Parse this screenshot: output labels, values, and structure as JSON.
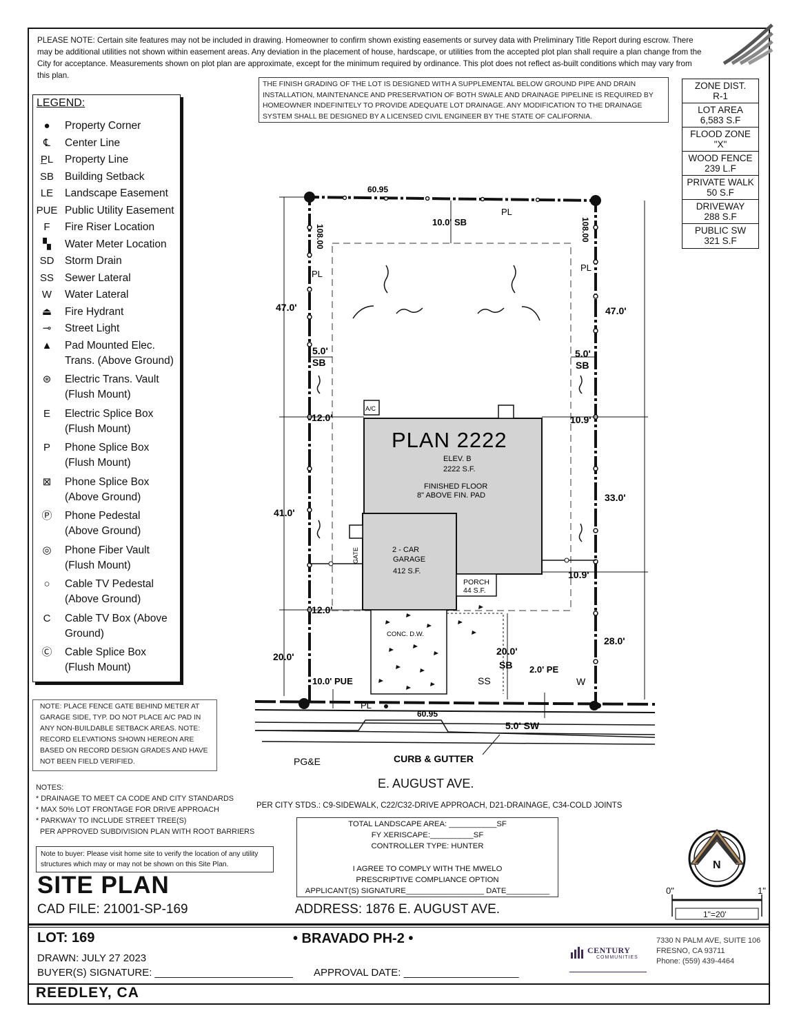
{
  "top_note": "PLEASE NOTE:  Certain site features may not be included in drawing.  Homeowner to confirm shown existing easements or survey data with Preliminary Title Report during escrow.  There may be additional utilities not shown within easement areas.  Any deviation in the placement of house, hardscape, or utilities from the accepted plot plan shall require a plan change from the City for acceptance.  Measurements shown on plot plan are approximate, except for the minimum required by ordinance. This plot does not reflect as-built conditions which may vary from this plan.",
  "drainage_note": "THE FINISH GRADING OF THE LOT IS DESIGNED WITH A SUPPLEMENTAL BELOW GROUND PIPE AND DRAIN INSTALLATION, MAINTENANCE AND PRESERVATION OF BOTH SWALE AND DRAINAGE PIPELINE IS REQUIRED BY HOMEOWNER INDEFINITELY TO PROVIDE ADEQUATE LOT DRAINAGE.  ANY MODIFICATION TO THE DRAINAGE SYSTEM SHALL BE DESIGNED BY A LICENSED CIVIL ENGINEER BY THE STATE OF CALIFORNIA.",
  "legend": {
    "title": "LEGEND:",
    "items": [
      {
        "sym": "●",
        "label": "Property Corner",
        "label2": ""
      },
      {
        "sym": "℄",
        "label": "Center Line",
        "label2": ""
      },
      {
        "sym": "P̲L",
        "label": "Property Line",
        "label2": ""
      },
      {
        "sym": "SB",
        "label": "Building Setback",
        "label2": ""
      },
      {
        "sym": "LE",
        "label": "Landscape Easement",
        "label2": ""
      },
      {
        "sym": "PUE",
        "label": "Public Utility Easement",
        "label2": ""
      },
      {
        "sym": "F",
        "label": "Fire Riser Location",
        "label2": ""
      },
      {
        "sym": "▚",
        "label": "Water Meter Location",
        "label2": ""
      },
      {
        "sym": "SD",
        "label": "Storm Drain",
        "label2": ""
      },
      {
        "sym": "SS",
        "label": "Sewer Lateral",
        "label2": ""
      },
      {
        "sym": "W",
        "label": "Water Lateral",
        "label2": ""
      },
      {
        "sym": "⏏",
        "label": "Fire Hydrant",
        "label2": ""
      },
      {
        "sym": "⊸",
        "label": "Street Light",
        "label2": ""
      },
      {
        "sym": "▲",
        "label": "Pad Mounted Elec.",
        "label2": "Trans. (Above Ground)"
      },
      {
        "sym": "⊛",
        "label": "Electric Trans. Vault",
        "label2": "(Flush Mount)"
      },
      {
        "sym": "E",
        "label": "Electric Splice Box",
        "label2": "(Flush Mount)"
      },
      {
        "sym": "P",
        "label": "Phone Splice Box",
        "label2": "(Flush Mount)"
      },
      {
        "sym": "⊠",
        "label": "Phone Splice Box",
        "label2": "(Above Ground)"
      },
      {
        "sym": "Ⓟ",
        "label": "Phone Pedestal",
        "label2": "(Above Ground)"
      },
      {
        "sym": "◎",
        "label": "Phone Fiber Vault",
        "label2": "(Flush Mount)"
      },
      {
        "sym": "○",
        "label": "Cable TV Pedestal",
        "label2": "(Above Ground)"
      },
      {
        "sym": "C",
        "label": "Cable TV Box (Above",
        "label2": "Ground)"
      },
      {
        "sym": "Ⓒ",
        "label": "Cable Splice Box",
        "label2": "(Flush Mount)"
      }
    ]
  },
  "zone_table": [
    {
      "l1": "ZONE DIST.",
      "l2": "R-1"
    },
    {
      "l1": "LOT AREA",
      "l2": "6,583 S.F"
    },
    {
      "l1": "FLOOD ZONE",
      "l2": "\"X\""
    },
    {
      "l1": "WOOD FENCE",
      "l2": "239 L.F"
    },
    {
      "l1": "PRIVATE WALK",
      "l2": "50 S.F"
    },
    {
      "l1": "DRIVEWAY",
      "l2": "288 S.F"
    },
    {
      "l1": "PUBLIC SW",
      "l2": "321 S.F"
    }
  ],
  "plan": {
    "top_frontage": "60.95",
    "bottom_frontage": "60.95",
    "pl": "PL",
    "rear_setback": "10.0' SB",
    "left_depth": "108.00",
    "right_depth": "108.00",
    "left_47": "47.0'",
    "right_47": "47.0'",
    "side_sb_left": "5.0'",
    "side_sb_right": "5.0'",
    "sb": "SB",
    "left_12_top": "12.0'",
    "right_109_top": "10.9'",
    "left_41": "41.0'",
    "right_33": "33.0'",
    "right_109_bot": "10.9'",
    "left_12_bot": "12.0'",
    "left_20": "20.0'",
    "right_28": "28.0'",
    "front_sb": "20.0'",
    "pe": "2.0' PE",
    "pue": "10.0' PUE",
    "ss": "SS",
    "w": "W",
    "sw": "5.0' SW",
    "curb": "CURB & GUTTER",
    "pge": "PG&E",
    "house_name": "PLAN  2222",
    "elev": "ELEV.  B",
    "house_sf": "2222 S.F.",
    "floor1": "FINISHED FLOOR",
    "floor2": "8\" ABOVE FIN. PAD",
    "garage1": "2 - CAR",
    "garage2": "GARAGE",
    "garage3": "412 S.F.",
    "porch1": "PORCH",
    "porch2": "44 S.F.",
    "ac": "A/C",
    "gate": "GATE",
    "driveway": "CONC. D.W."
  },
  "fence_note": "NOTE:  PLACE FENCE GATE BEHIND METER AT GARAGE SIDE, TYP.  DO NOT PLACE A/C PAD IN ANY NON-BUILDABLE SETBACK AREAS. NOTE: RECORD ELEVATIONS SHOWN HEREON ARE BASED ON RECORD DESIGN GRADES AND HAVE NOT BEEN FIELD VERIFIED.",
  "notes": {
    "title": "NOTES:",
    "n1": "* DRAINAGE TO MEET CA CODE AND CITY STANDARDS",
    "n2": "* MAX 50% LOT FRONTAGE FOR DRIVE APPROACH",
    "n3": "* PARKWAY TO INCLUDE STREET TREE(S)",
    "n4": "  PER APPROVED SUBDIVISION PLAN WITH ROOT BARRIERS"
  },
  "buyer_note": "Note to buyer: Please visit home site to verify the location of any utility structures which may or may not be shown on this Site Plan.",
  "street": "E. AUGUST AVE.",
  "stds": "PER CITY STDS.: C9-SIDEWALK, C22/C32-DRIVE APPROACH, D21-DRAINAGE, C34-COLD JOINTS",
  "landscape": {
    "l1": "TOTAL LANDSCAPE AREA: ___________SF",
    "l2": "FY XERISCAPE:__________SF",
    "l3": "CONTROLLER TYPE: HUNTER",
    "l4": "I AGREE TO COMPLY WITH THE MWELO",
    "l5": "PRESCRIPTIVE COMPLIANCE OPTION",
    "l6": "APPLICANT(S) SIGNATURE__________________ DATE__________"
  },
  "site_plan_title": "SITE PLAN",
  "cad_file": "CAD FILE: 21001-SP-169",
  "address": "ADDRESS: 1876 E. AUGUST AVE.",
  "lot": "LOT: 169",
  "drawn": "DRAWN: JULY 27 2023",
  "buyer_sig": "BUYER(S) SIGNATURE:  ________________________",
  "project": "•  BRAVADO PH-2  •",
  "approval": "APPROVAL DATE: ____________________",
  "city": "REEDLEY, CA",
  "logo": {
    "name": "CENTURY",
    "sub": "COMMUNITIES"
  },
  "office": {
    "l1": "7330 N PALM AVE, SUITE 106",
    "l2": "FRESNO, CA 93711",
    "l3": "Phone: (559) 439-4464"
  },
  "scale": {
    "zero": "0\"",
    "one": "1\"",
    "ratio": "1\"=20'"
  },
  "north": "N"
}
